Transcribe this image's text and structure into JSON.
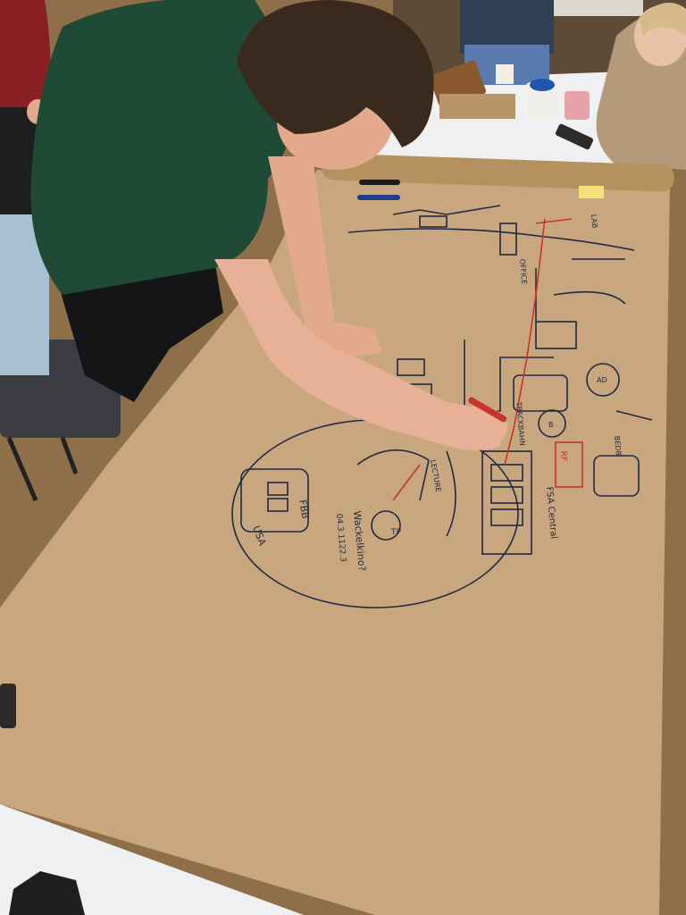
{
  "photo": {
    "subject": "workshop-sketch-on-kraft-paper",
    "colors": {
      "paper": "#c9a77e",
      "paper_shadow": "#b89468",
      "floor": "#8f6e4a",
      "table_white": "#eef0f2",
      "shirt": "#1f4a36",
      "hair": "#3a2a1e",
      "skin": "#e2a98c",
      "ink_blue": "#1f2a44",
      "ink_red": "#c8332b"
    }
  },
  "sketch_labels": {
    "fbb": "FBB",
    "usa": "USA",
    "trackbahn": "TRACKBAHN",
    "fsa_center": "FSA Central",
    "lecture": "LECTURE",
    "notes": "Wackelkino?",
    "numbers": "04.3.1122.3",
    "tp": "TP",
    "rf": "RF",
    "office": "OFFICE",
    "bedb": "BEDB",
    "lab": "LAB",
    "ad": "AD",
    "b": "B"
  }
}
